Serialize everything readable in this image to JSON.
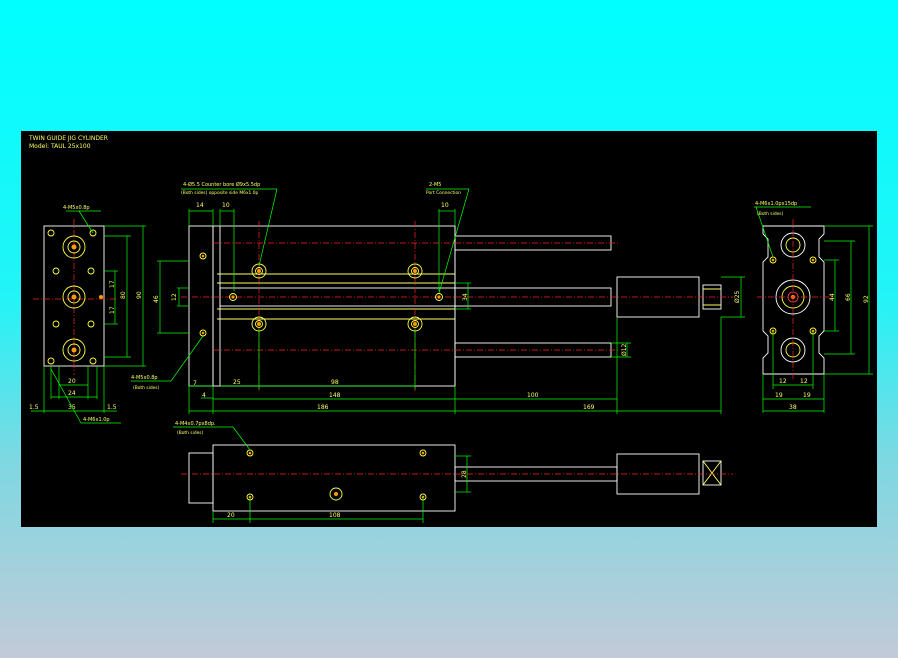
{
  "title": {
    "line1": "TWIN GUIDE JIG CYLINDER",
    "line2": "Model: TAUL 25x100"
  },
  "callouts": {
    "top_counterbore_1": "4-Ø5.5 Counter bore Ø9x5.5dp",
    "top_counterbore_2": "(Both sides) opposite side M6x1.0p",
    "port_1": "2-M5",
    "port_2": "Port Connection",
    "left_top_thread": "4-M5x0.8p",
    "left_bottom_thread": "4-M6x1.0p",
    "mid_thread_1": "4-M5x0.8p",
    "mid_thread_2": "(Both sides)",
    "right_thread_1": "4-M6x1.0px15dp",
    "right_thread_2": "(Both sides)",
    "bottom_thread_1": "4-M4x0.7px8dp.",
    "bottom_thread_2": "(Both sides)"
  },
  "dims": {
    "left_view": [
      "20",
      "24",
      "35",
      "1.5",
      "1.5",
      "80",
      "90",
      "17",
      "17"
    ],
    "top_view": [
      "14",
      "10",
      "10",
      "46",
      "12",
      "34",
      "Ø12",
      "Ø25",
      "7",
      "4",
      "25",
      "98",
      "148",
      "100",
      "186",
      "169"
    ],
    "right_view": [
      "44",
      "66",
      "92",
      "12",
      "12",
      "19",
      "19",
      "38"
    ],
    "bottom_view": [
      "28",
      "20",
      "108"
    ]
  }
}
